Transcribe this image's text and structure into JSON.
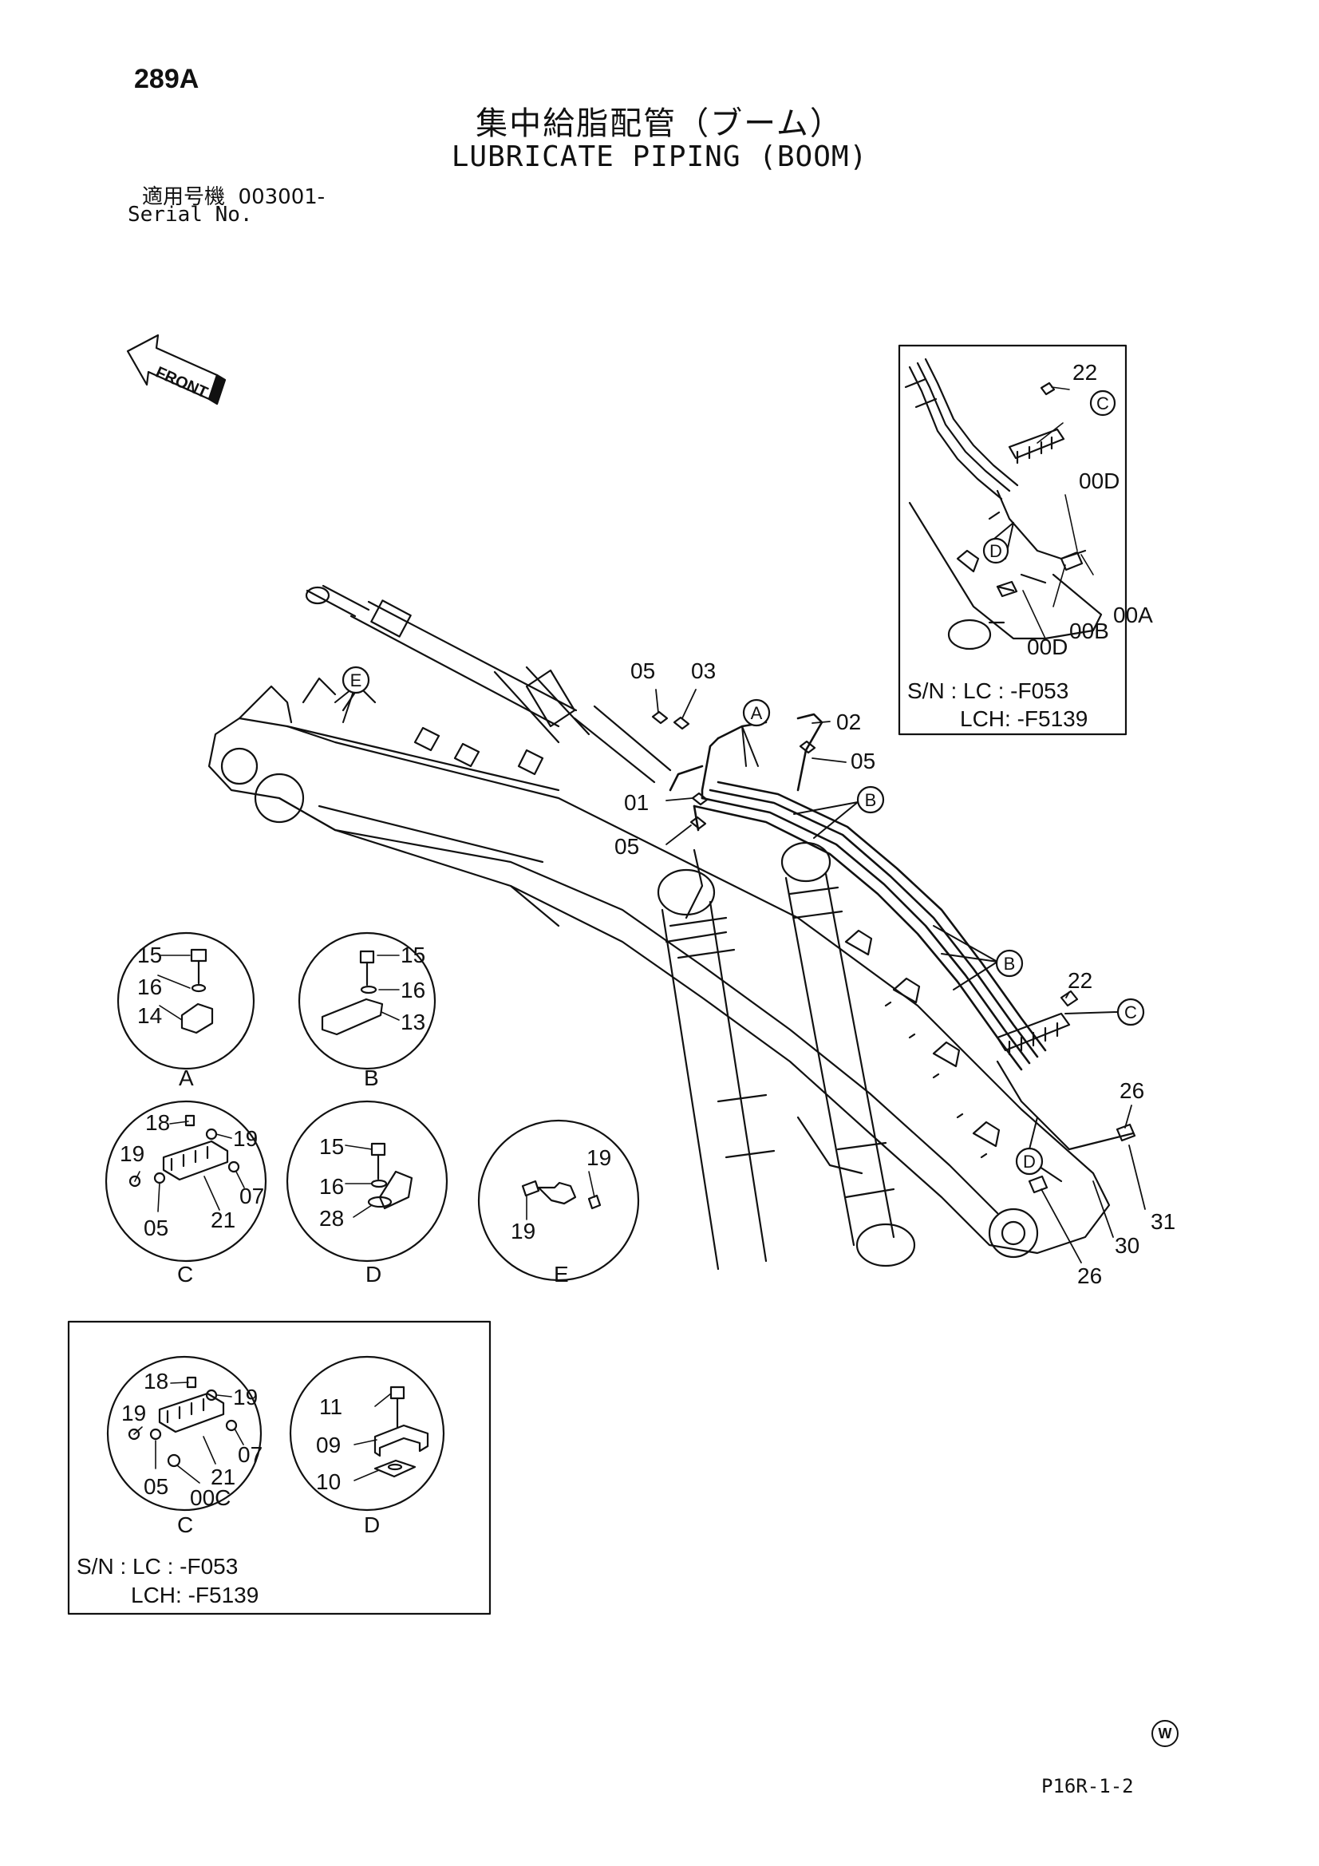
{
  "header": {
    "page_number": "289A",
    "title_jp": "集中給脂配管（ブーム）",
    "title_en": "LUBRICATE PIPING (BOOM)",
    "serial_label_jp": "適用号機",
    "serial_value": "003001-",
    "serial_label_en": "Serial No."
  },
  "front_arrow": "FRONT",
  "main_callouts": [
    "05",
    "03",
    "02",
    "05",
    "01",
    "05",
    "22",
    "26",
    "31",
    "30",
    "26"
  ],
  "ref_letters": [
    "A",
    "B",
    "C",
    "D",
    "E"
  ],
  "inset_top": {
    "callouts": [
      "22",
      "00D",
      "00A",
      "00B",
      "00D"
    ],
    "sn_line1": "S/N : LC  : -F053",
    "sn_line2": "LCH: -F5139"
  },
  "details": {
    "A": {
      "label": "A",
      "parts": [
        "15",
        "16",
        "14"
      ]
    },
    "B": {
      "label": "B",
      "parts": [
        "15",
        "16",
        "13"
      ]
    },
    "C": {
      "label": "C",
      "parts": [
        "18",
        "19",
        "19",
        "07",
        "05",
        "21"
      ]
    },
    "D": {
      "label": "D",
      "parts": [
        "15",
        "16",
        "28"
      ]
    },
    "E": {
      "label": "E",
      "parts": [
        "19",
        "19"
      ]
    }
  },
  "inset_bottom": {
    "C": {
      "label": "C",
      "parts": [
        "18",
        "19",
        "19",
        "07",
        "05",
        "21",
        "00C"
      ]
    },
    "D": {
      "label": "D",
      "parts": [
        "11",
        "09",
        "10"
      ]
    },
    "sn_line1": "S/N : LC  : -F053",
    "sn_line2": "LCH: -F5139"
  },
  "footer": {
    "mark": "W",
    "code": "P16R-1-2"
  }
}
